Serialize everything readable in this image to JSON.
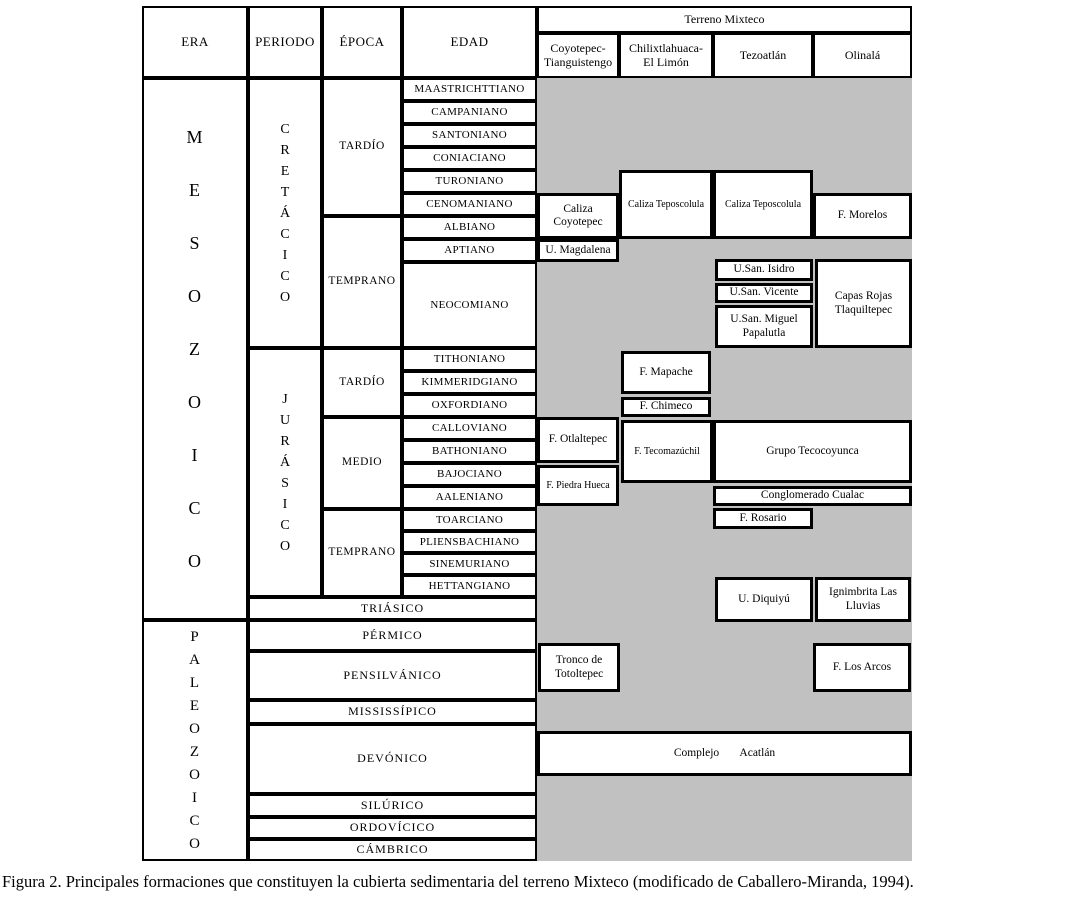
{
  "figure": {
    "caption": "Figura 2. Principales formaciones que constituyen la cubierta sedimentaria del terreno Mixteco (modificado de Caballero-Miranda, 1994)."
  },
  "header": {
    "era": "ERA",
    "periodo": "PERIODO",
    "epoca": "ÉPOCA",
    "edad": "EDAD",
    "terreno": "Terreno Mixteco",
    "columns": [
      "Coyotepec- Tianguistengo",
      "Chilixtlahuaca- El Limón",
      "Tezoatlán",
      "Olinalá"
    ]
  },
  "eras": {
    "mesozoico": "MESOZOICO",
    "paleozoico": "PALEOZOICO"
  },
  "periods": {
    "cretacico": "CRETÁCICO",
    "jurasico": "JURÁSICO",
    "triasico": "TRIÁSICO",
    "permico": "PÉRMICO",
    "pensilvanico": "PENSILVÁNICO",
    "mississipico": "MISSISSÍPICO",
    "devonico": "DEVÓNICO",
    "silurico": "SILÚRICO",
    "ordovicico": "ORDOVÍCICO",
    "cambrico": "CÁMBRICO"
  },
  "epochs": {
    "tardio": "TARDÍO",
    "medio": "MEDIO",
    "temprano": "TEMPRANO"
  },
  "ages": [
    "MAASTRICHTTIANO",
    "CAMPANIANO",
    "SANTONIANO",
    "CONIACIANO",
    "TURONIANO",
    "CENOMANIANO",
    "ALBIANO",
    "APTIANO",
    "NEOCOMIANO",
    "TITHONIANO",
    "KIMMERIDGIANO",
    "OXFORDIANO",
    "CALLOVIANO",
    "BATHONIANO",
    "BAJOCIANO",
    "AALENIANO",
    "TOARCIANO",
    "PLIENSBACHIANO",
    "SINEMURIANO",
    "HETTANGIANO"
  ],
  "formations": {
    "caliza_coyotepec": "Caliza Coyotepec",
    "u_magdalena": "U. Magdalena",
    "caliza_teposcolula": "Caliza Teposcolula",
    "f_morelos": "F. Morelos",
    "u_san_isidro": "U.San. Isidro",
    "u_san_vicente": "U.San. Vicente",
    "u_san_miguel": "U.San. Miguel Papalutla",
    "capas_rojas": "Capas Rojas Tlaquiltepec",
    "f_mapache": "F. Mapache",
    "f_chimeco": "F. Chimeco",
    "f_otlaltepec": "F. Otlaltepec",
    "f_piedra_hueca": "F. Piedra Hueca",
    "f_tecomazuchil": "F. Tecomazúchil",
    "grupo_tecocoyunca": "Grupo Tecocoyunca",
    "conglomerado_cualac": "Conglomerado Cualac",
    "f_rosario": "F. Rosario",
    "u_diquiyu": "U. Diquiyú",
    "ignimbrita": "Ignimbrita Las Lluvias",
    "tronco_totoltepec": "Tronco de Totoltepec",
    "f_los_arcos": "F. Los Arcos",
    "complejo_acatlan": "Complejo Acatlán"
  },
  "colors": {
    "covered_area_gray": "#c1c1c1",
    "line_black": "#000000",
    "background": "#ffffff"
  }
}
